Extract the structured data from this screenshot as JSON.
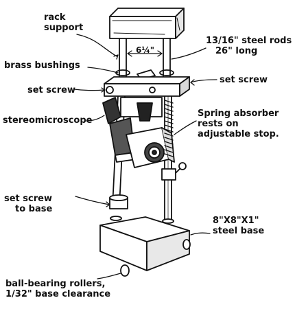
{
  "labels": {
    "rack_support_1": "rack",
    "rack_support_2": "support",
    "rods_1": "13/16\" steel rods",
    "rods_2": "26\" long",
    "dimension": "6¼\"",
    "brass_bushings": "brass bushings",
    "set_screw_left": "set screw",
    "set_screw_right": "set screw",
    "stereomicroscope": "stereomicroscope",
    "spring_1": "Spring absorber",
    "spring_2": "rests on",
    "spring_3": "adjustable stop.",
    "set_screw_base_1": "set screw",
    "set_screw_base_2": "to base",
    "steel_base_1": "8\"X8\"X1\"",
    "steel_base_2": "steel base",
    "rollers_1": "ball-bearing rollers,",
    "rollers_2": "1/32\" base clearance"
  },
  "colors": {
    "ink": "#111111",
    "paper": "#ffffff"
  }
}
